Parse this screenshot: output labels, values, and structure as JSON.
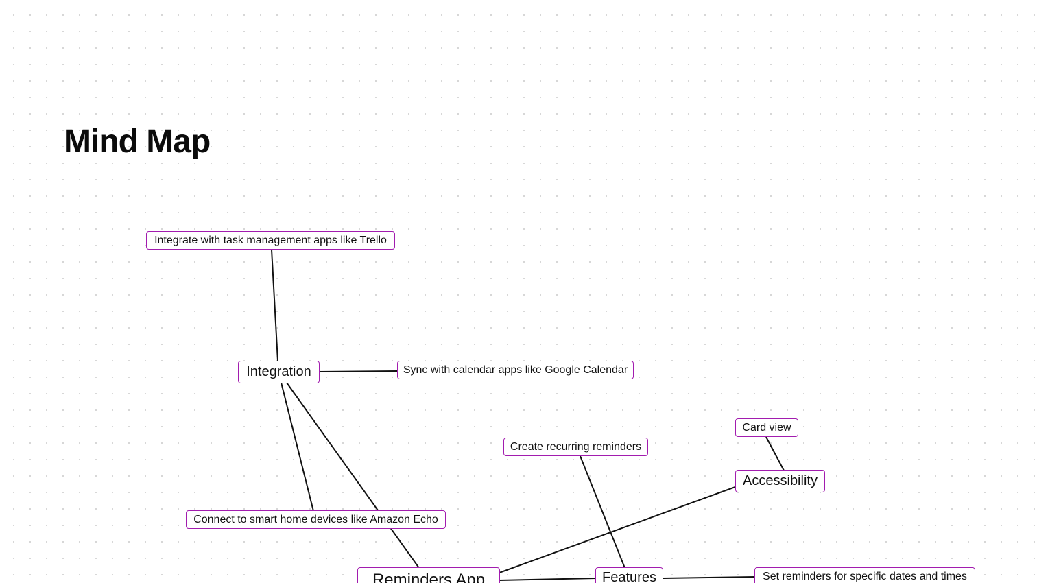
{
  "page": {
    "title": "Mind Map"
  },
  "mindmap": {
    "root": "Reminders App",
    "nodes": {
      "trello": "Integrate with task management apps like Trello",
      "integration": "Integration",
      "google_calendar": "Sync with calendar apps like Google Calendar",
      "card_view": "Card view",
      "recurring": "Create recurring reminders",
      "accessibility": "Accessibility",
      "amazon_echo": "Connect to smart home devices like Amazon Echo",
      "reminders_app": "Reminders App",
      "features": "Features",
      "specific_dates": "Set reminders for specific dates and times"
    },
    "connections": [
      [
        "integration",
        "trello"
      ],
      [
        "integration",
        "google_calendar"
      ],
      [
        "integration",
        "amazon_echo"
      ],
      [
        "reminders_app",
        "integration"
      ],
      [
        "reminders_app",
        "accessibility"
      ],
      [
        "reminders_app",
        "features"
      ],
      [
        "accessibility",
        "card_view"
      ],
      [
        "features",
        "recurring"
      ],
      [
        "features",
        "specific_dates"
      ]
    ],
    "colors": {
      "node_border": "#a21caf",
      "edge": "#111111",
      "background": "#ffffff",
      "grid_dot": "#d4d4d4"
    }
  }
}
